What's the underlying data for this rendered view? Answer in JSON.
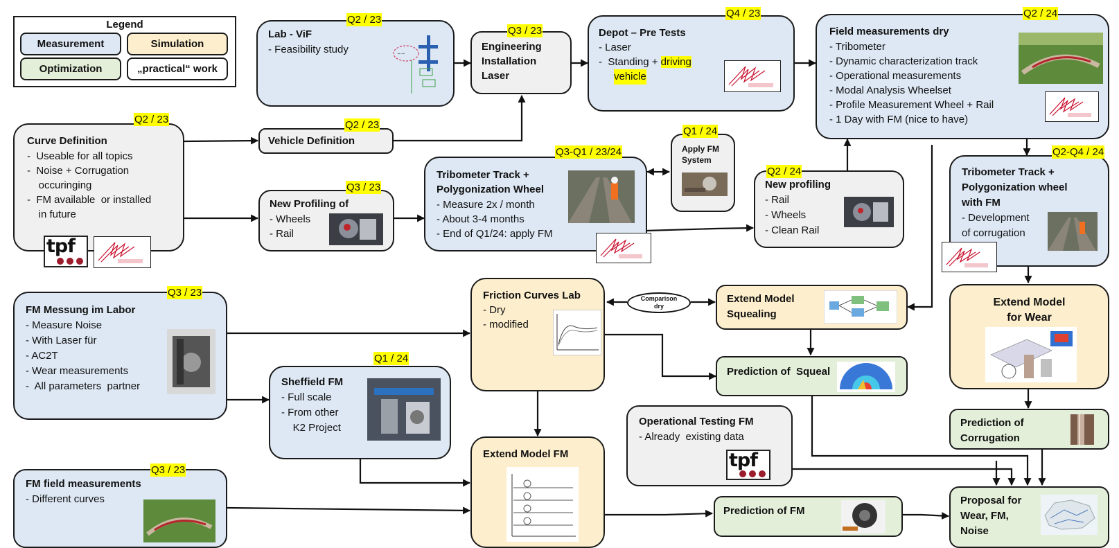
{
  "legend": {
    "title": "Legend",
    "measurement": "Measurement",
    "simulation": "Simulation",
    "optimization": "Optimization",
    "practical": "„practical“ work"
  },
  "colors": {
    "measurement": "#dde8f4",
    "simulation": "#fdefcd",
    "optimization": "#e3efd9",
    "practical": "#f0f0f0",
    "quarter_tag": "#ffff00",
    "mgb_red": "#c8102e"
  },
  "boxes": {
    "lab_vif": {
      "tag": "Q2 / 23",
      "title": "Lab - ViF",
      "items": [
        "-  Feasibility study"
      ]
    },
    "engineering": {
      "tag": "Q3 / 23",
      "title_lines": [
        "Engineering",
        "Installation",
        "Laser"
      ]
    },
    "depot": {
      "tag": "Q4 / 23",
      "title": "Depot – Pre Tests",
      "items": [
        "-  Laser"
      ],
      "item2_prefix": "-  Standing + ",
      "item2_hl1": "driving",
      "item2_hl2": "vehicle"
    },
    "field_dry": {
      "tag": "Q2 / 24",
      "title": "Field measurements dry",
      "items": [
        "-  Tribometer",
        "-  Dynamic characterization track",
        "-  Operational measurements",
        "-  Modal Analysis Wheelset",
        "-  Profile Measurement Wheel + Rail",
        "-  1 Day with FM (nice to have)"
      ]
    },
    "curve_def": {
      "tag": "Q2 / 23",
      "title": "Curve Definition",
      "items": [
        "-  Useable for all topics",
        "-  Noise + Corrugation",
        "    occuringing",
        "-  FM available  or installed",
        "    in future"
      ]
    },
    "vehicle_def": {
      "tag": "Q2 / 23",
      "title": "Vehicle Definition"
    },
    "new_profiling_of": {
      "tag": "Q3 / 23",
      "title": "New Profiling of",
      "items": [
        "-  Wheels",
        "-  Rail"
      ]
    },
    "tribometer_track": {
      "tag": "Q3-Q1 / 23/24",
      "title_lines": [
        "Tribometer Track +",
        "Polygonization Wheel"
      ],
      "items": [
        "-  Measure 2x / month",
        "-  About 3-4 months",
        "-  End of Q1/24: apply FM"
      ]
    },
    "apply_fm": {
      "tag": "Q1 / 24",
      "title_lines": [
        "Apply FM",
        "System"
      ]
    },
    "new_profiling": {
      "tag": "Q2 / 24",
      "title": "New profiling",
      "items": [
        "-  Rail",
        "-  Wheels",
        "-  Clean Rail"
      ]
    },
    "tribometer_fm": {
      "tag": "Q2-Q4 / 24",
      "title_lines": [
        "Tribometer Track +",
        "Polygonization wheel",
        "with FM"
      ],
      "items": [
        "- Development",
        "of corrugation"
      ]
    },
    "fm_labor": {
      "tag": "Q3 / 23",
      "title": "FM Messung im Labor",
      "items": [
        "-  Measure Noise",
        "-  With Laser für",
        "-  AC2T",
        "-  Wear measurements",
        "-  All parameters  partner"
      ]
    },
    "friction_curves": {
      "title": "Friction Curves Lab",
      "items": [
        "-  Dry",
        "-  modified"
      ]
    },
    "comparison": {
      "lines": [
        "Comparison",
        "dry"
      ]
    },
    "extend_squeal": {
      "title_lines": [
        "Extend Model",
        "Squealing"
      ]
    },
    "extend_wear": {
      "title_lines": [
        "Extend Model",
        "for Wear"
      ]
    },
    "sheffield": {
      "tag": "Q1 / 24",
      "title": "Sheffield FM",
      "items": [
        "-  Full scale",
        "-  From other",
        "    K2 Project"
      ]
    },
    "prediction_squeal": {
      "title": "Prediction of  Squeal"
    },
    "prediction_corrugation": {
      "title_lines": [
        "Prediction of",
        "Corrugation"
      ]
    },
    "operational_fm": {
      "title": "Operational Testing FM",
      "items": [
        "- Already  existing data"
      ]
    },
    "extend_fm": {
      "title": "Extend Model FM"
    },
    "fm_field": {
      "tag": "Q3 / 23",
      "title": "FM field measurements",
      "items": [
        "- Different curves"
      ]
    },
    "prediction_fm": {
      "title": "Prediction of FM"
    },
    "proposal": {
      "title_lines": [
        "Proposal for",
        "Wear, FM,",
        "Noise"
      ]
    }
  },
  "logos": {
    "tpf_text": "tpf"
  }
}
